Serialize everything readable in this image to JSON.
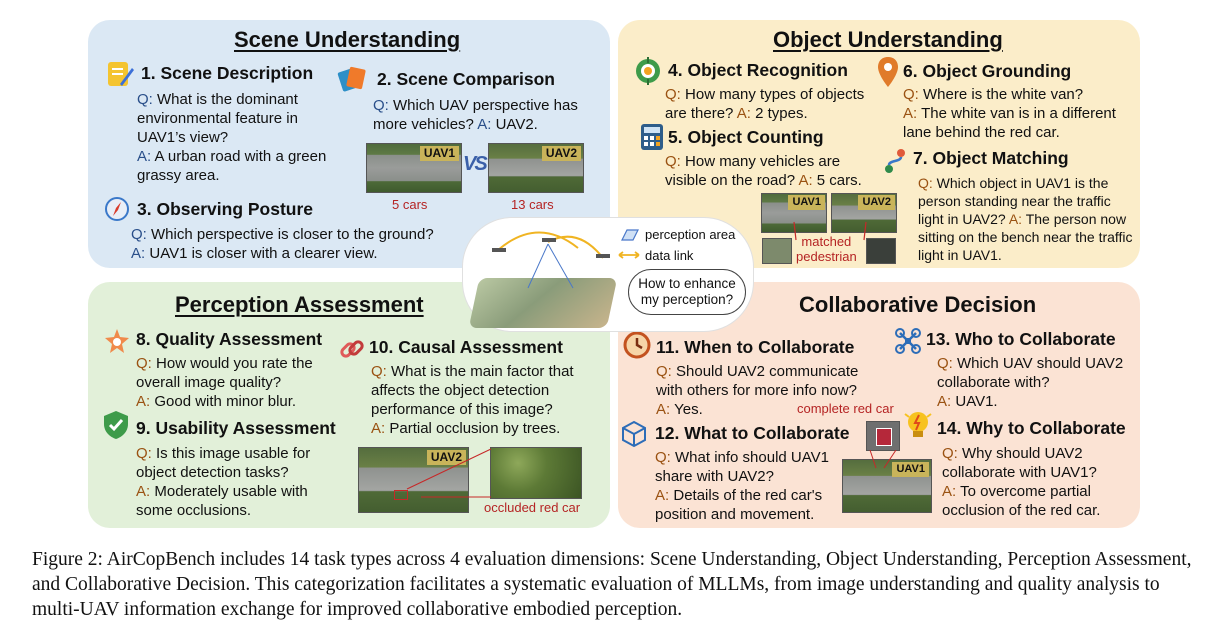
{
  "panels": {
    "scene": {
      "title": "Scene Understanding",
      "t1": {
        "title": "1. Scene Description",
        "q_label": "Q:",
        "q": "What is the dominant environmental feature in UAV1’s view?",
        "a_label": "A:",
        "a": "A urban road with a green grassy area."
      },
      "t2": {
        "title": "2. Scene Comparison",
        "q_label": "Q:",
        "q": "Which UAV perspective has more vehicles?",
        "a_label": "A:",
        "a": "UAV2."
      },
      "t3": {
        "title": "3. Observing Posture",
        "q_label": "Q:",
        "q": "Which perspective is closer to the ground?",
        "a_label": "A:",
        "a": "UAV1 is closer with a clearer view."
      },
      "img1_tag": "UAV1",
      "img2_tag": "UAV2",
      "vs": "VS",
      "img1_caption": "5 cars",
      "img2_caption": "13 cars"
    },
    "object": {
      "title": "Object Understanding",
      "t4": {
        "title": "4. Object Recognition",
        "q_label": "Q:",
        "q": "How many types of objects are there?",
        "a_label": "A:",
        "a": "2 types."
      },
      "t5": {
        "title": "5. Object Counting",
        "q_label": "Q:",
        "q": "How many vehicles are visible on the road?",
        "a_label": "A:",
        "a": "5 cars."
      },
      "t6": {
        "title": "6. Object Grounding",
        "q_label": "Q:",
        "q": "Where is the white van?",
        "a_label": "A:",
        "a": "The white van is in a different lane behind the red car."
      },
      "t7": {
        "title": "7. Object Matching",
        "q_label": "Q:",
        "q": "Which object in UAV1 is the person standing near the traffic light in UAV2?",
        "a_label": "A:",
        "a": "The person now sitting on the bench near the traffic light in UAV1."
      },
      "img1_tag": "UAV1",
      "img2_tag": "UAV2",
      "matched_label": "matched\npedestrian"
    },
    "perception": {
      "title": "Perception Assessment",
      "t8": {
        "title": "8. Quality Assessment",
        "q_label": "Q:",
        "q": "How would you rate the overall image quality?",
        "a_label": "A:",
        "a": "Good with minor blur."
      },
      "t9": {
        "title": "9. Usability Assessment",
        "q_label": "Q:",
        "q": "Is this image usable for object detection tasks?",
        "a_label": "A:",
        "a": "Moderately usable with some occlusions."
      },
      "t10": {
        "title": "10. Causal Assessment",
        "q_label": "Q:",
        "q": "What is the main factor that affects the object detection performance of this image?",
        "a_label": "A:",
        "a": "Partial occlusion by trees."
      },
      "img_tag": "UAV2",
      "occluded_label": "occluded red car"
    },
    "collab": {
      "title": "Collaborative Decision",
      "t11": {
        "title": "11. When to Collaborate",
        "q_label": "Q:",
        "q": "Should UAV2 communicate with others for more info now?",
        "a_label": "A:",
        "a": "Yes."
      },
      "t12": {
        "title": "12. What to Collaborate",
        "q_label": "Q:",
        "q": "What info should UAV1 share with UAV2?",
        "a_label": "A:",
        "a": "Details of the red car's position and movement."
      },
      "t13": {
        "title": "13. Who to Collaborate",
        "q_label": "Q:",
        "q": "Which UAV should UAV2 collaborate with?",
        "a_label": "A:",
        "a": "UAV1."
      },
      "t14": {
        "title": "14. Why to Collaborate",
        "q_label": "Q:",
        "q": "Why should UAV2 collaborate with UAV1?",
        "a_label": "A:",
        "a": "To overcome partial occlusion of the red car."
      },
      "img_tag": "UAV1",
      "complete_label": "complete red car"
    }
  },
  "center": {
    "legend_area": "perception area",
    "legend_link": "data link",
    "bubble": "How to enhance my perception?"
  },
  "caption": "Figure 2: AirCopBench includes 14 task types across 4 evaluation dimensions: Scene Understanding, Object Understanding, Perception Assessment, and Collaborative Decision. This categorization facilitates a systematic evaluation of MLLMs, from image understanding and quality analysis to multi-UAV information exchange for improved collaborative embodied perception."
}
